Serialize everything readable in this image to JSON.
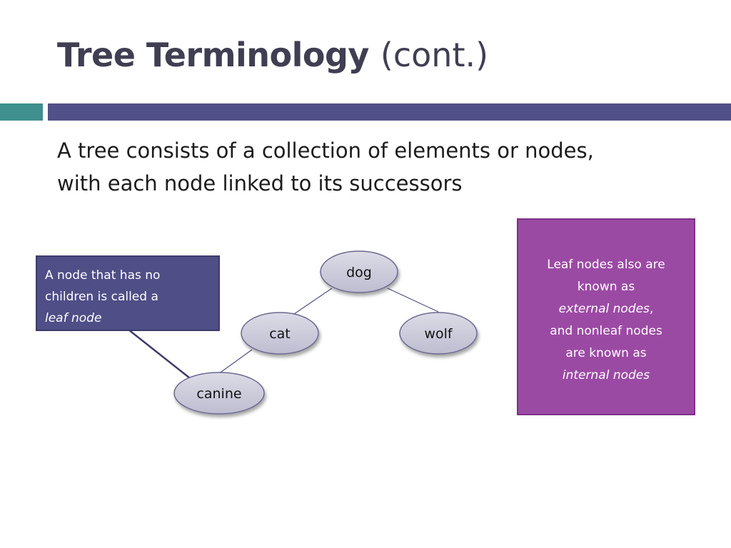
{
  "title": {
    "main": "Tree Terminology",
    "sub": "(cont.)"
  },
  "intro": {
    "line1": "A tree consists of a collection of elements or nodes,",
    "line2": "with each node linked to its successors"
  },
  "tree": {
    "nodes": {
      "root": "dog",
      "left": "cat",
      "right": "wolf",
      "leaf": "canine"
    }
  },
  "callout_left": {
    "line1": "A node that has no",
    "line2": "children is called a",
    "term": "leaf node"
  },
  "callout_right": {
    "line1": "Leaf nodes also are",
    "line2": "known as",
    "term1": "external nodes",
    "comma": ",",
    "line3": "and nonleaf nodes",
    "line4": "are known as",
    "term2": "internal nodes"
  },
  "colors": {
    "title": "#3f3e52",
    "rule_teal": "#3e8f8e",
    "rule_purple": "#525088",
    "node_fill": "#c9c8d8",
    "callout_left_bg": "#4f4e87",
    "callout_right_bg": "#9b4aa4"
  }
}
